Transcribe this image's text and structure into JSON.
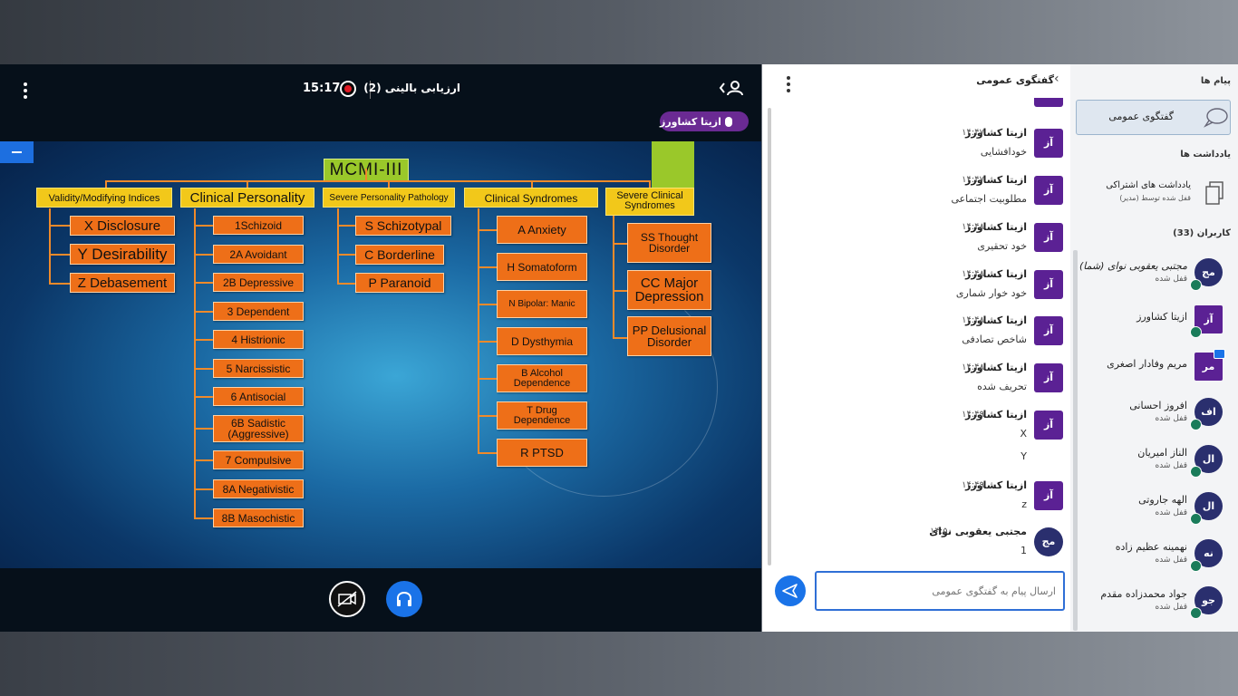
{
  "meeting": {
    "session_title": "ارزیابی بالینی (2)",
    "recording_time": "15:17",
    "current_talker": "ازیتا کشاورز"
  },
  "slide": {
    "title": "MCMI-III",
    "categories": [
      "Validity/Modifying Indices",
      "Clinical Personality",
      "Severe Personality Pathology",
      "Clinical Syndromes",
      "Severe Clinical Syndromes"
    ],
    "validity": [
      "X  Disclosure",
      "Y  Desirability",
      "Z  Debasement"
    ],
    "clinical_personality": [
      "1Schizoid",
      "2A Avoidant",
      "2B Depressive",
      "3  Dependent",
      "4  Histrionic",
      "5  Narcissistic",
      "6  Antisocial",
      "6B Sadistic (Aggressive)",
      "7  Compulsive",
      "8A Negativistic",
      "8B Masochistic"
    ],
    "severe_pathology": [
      "S  Schizotypal",
      "C  Borderline",
      "P  Paranoid"
    ],
    "clinical_syndromes": [
      "A   Anxiety",
      "H  Somatoform",
      "N  Bipolar: Manic",
      "D  Dysthymia",
      "B  Alcohol Dependence",
      "T  Drug Dependence",
      "R  PTSD"
    ],
    "severe_syndromes": [
      "SS Thought Disorder",
      "CC Major Depression",
      "PP Delusional Disorder"
    ]
  },
  "chat": {
    "title": "گفتگوی عمومی",
    "input_placeholder": "ارسال پیام به گفتگوی عمومی",
    "messages": [
      {
        "avatar": "آز",
        "name": "ازیتا کشاورز",
        "time": "۱۴:۴۷",
        "lines": [
          "خودافشایی"
        ]
      },
      {
        "avatar": "آز",
        "name": "ازیتا کشاورز",
        "time": "۱۴:۴۷",
        "lines": [
          "مطلوبیت اجتماعی"
        ]
      },
      {
        "avatar": "آز",
        "name": "ازیتا کشاورز",
        "time": "۱۴:۴۸",
        "lines": [
          "خود تحقیری"
        ]
      },
      {
        "avatar": "آز",
        "name": "ازیتا کشاورز",
        "time": "۱۴:۴۸",
        "lines": [
          "خود خوار شماری"
        ]
      },
      {
        "avatar": "آز",
        "name": "ازیتا کشاورز",
        "time": "۱۴:۴۸",
        "lines": [
          "شاخص تصادفی"
        ]
      },
      {
        "avatar": "آز",
        "name": "ازیتا کشاورز",
        "time": "۱۴:۴۸",
        "lines": [
          "تحریف شده"
        ]
      },
      {
        "avatar": "آز",
        "name": "ازیتا کشاورز",
        "time": "۱۴:۴۹",
        "lines": [
          "X",
          "Y"
        ]
      },
      {
        "avatar": "آز",
        "name": "ازیتا کشاورز",
        "time": "۱۴:۴۹",
        "lines": [
          "z"
        ]
      },
      {
        "avatar": "مج",
        "name": "مجتبی یعقوبی نوای",
        "time": "۱۴:۵۰",
        "lines": [
          "1"
        ]
      }
    ]
  },
  "sidebar": {
    "messages_heading": "پیام ها",
    "public_chat_label": "گفتگوی عمومی",
    "notes_heading": "یادداشت ها",
    "shared_notes_title": "یادداشت های اشتراکی",
    "shared_notes_sub": "قفل شده توسط (مدیر)",
    "users_heading": "کاربران (33)",
    "users": [
      {
        "avatar": "مج",
        "name": "مجتبی یعقوبی نوای (شما)",
        "sub": "قفل شده",
        "style": "navy"
      },
      {
        "avatar": "آز",
        "name": "ازیتا کشاورز",
        "sub": "",
        "style": "purple"
      },
      {
        "avatar": "مر",
        "name": "مریم وفادار اصغری",
        "sub": "",
        "style": "purple"
      },
      {
        "avatar": "اف",
        "name": "افروز احسانی",
        "sub": "قفل شده",
        "style": "navy"
      },
      {
        "avatar": "ال",
        "name": "الناز امیریان",
        "sub": "قفل شده",
        "style": "navy"
      },
      {
        "avatar": "ال",
        "name": "الهه جاروتی",
        "sub": "قفل شده",
        "style": "navy"
      },
      {
        "avatar": "نه",
        "name": "نهمینه عظیم زاده",
        "sub": "قفل شده",
        "style": "navy"
      },
      {
        "avatar": "جو",
        "name": "جواد محمدزاده مقدم",
        "sub": "قفل شده",
        "style": "navy"
      }
    ]
  },
  "colors": {
    "accent_blue": "#1a73e8",
    "avatar_purple": "#5b2194",
    "slide_orange": "#ee6f18",
    "slide_yellow": "#f2c81a",
    "slide_green": "#9ac82a"
  }
}
